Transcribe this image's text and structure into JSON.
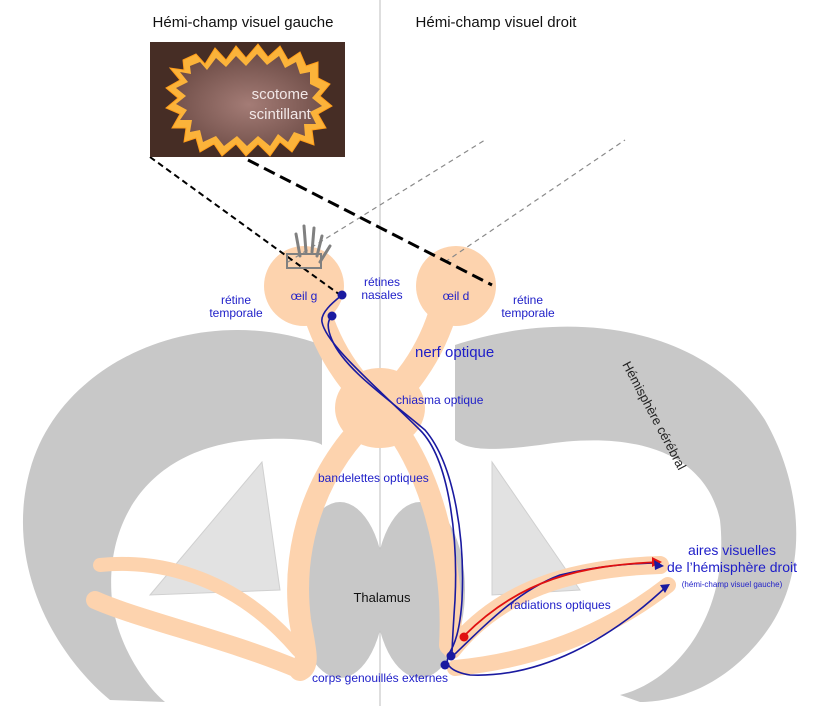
{
  "headers": {
    "left_field": "Hémi-champ visuel gauche",
    "right_field": "Hémi-champ visuel droit"
  },
  "scotoma": {
    "line1": "scotome",
    "line2": "scintillant"
  },
  "eyes": {
    "left": "œil g",
    "right": "œil d"
  },
  "retina": {
    "temporal_left_1": "rétine",
    "temporal_left_2": "temporale",
    "nasal_1": "rétines",
    "nasal_2": "nasales",
    "temporal_right_1": "rétine",
    "temporal_right_2": "temporale"
  },
  "labels": {
    "optic_nerve": "nerf optique",
    "chiasm": "chiasma optique",
    "hemisphere": "Hémisphère cérébral",
    "optic_tracts": "bandelettes optiques",
    "thalamus": "Thalamus",
    "optic_radiations": "radiations optiques",
    "lgn": "corps genouillés externes",
    "visual_area_1": "aires visuelles",
    "visual_area_2": "de l’hémisphère droit",
    "visual_area_3": "(hémi-champ visuel gauche)"
  },
  "colors": {
    "pathway": "#fdd3ae",
    "brain": "#c8c8c8",
    "neuron": "#1a1aa0",
    "activation": "#e01010",
    "label": "#1e1ec8"
  }
}
